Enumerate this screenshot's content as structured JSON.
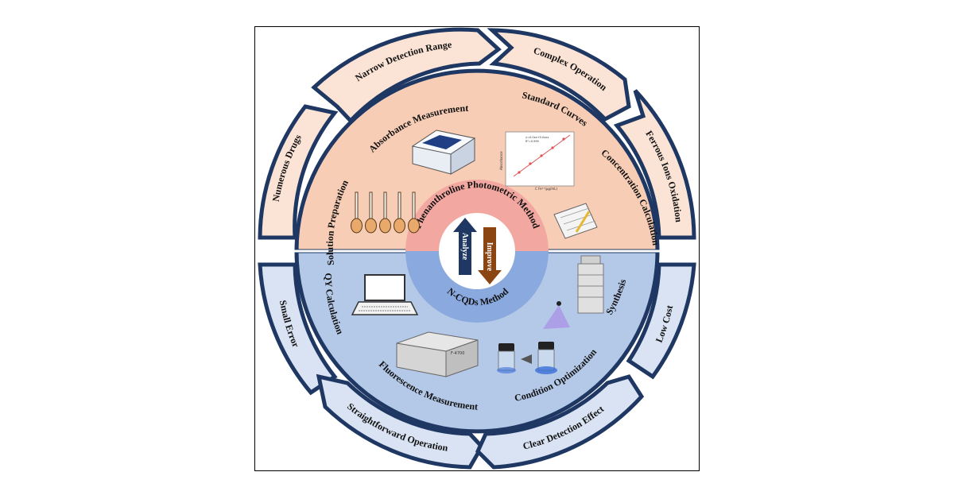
{
  "top_half": {
    "inner_ring_title": "Phenanthroline Photometric Method",
    "steps": {
      "solution_preparation": "Solution Preparation",
      "absorbance_measurement": "Absorbance Measurement",
      "standard_curves": "Standard Curves",
      "concentration_calculation": "Concentration Calculation"
    },
    "outer_arrows": {
      "numerous_drugs": "Numerous Drugs",
      "narrow_detection_range": "Narrow Detection Range",
      "complex_operation": "Complex Operation",
      "ferrous_ions_oxidation": "Ferrous Ions Oxidation"
    },
    "chart": {
      "ylabel": "Absorbance",
      "xlabel": "C Fe²⁺(μg/mL)",
      "legend_line1": "y=0.0xx+0.0xxx",
      "legend_line2": "R²=0.999"
    }
  },
  "bottom_half": {
    "inner_ring_title": "N-CQDs Method",
    "steps": {
      "qy_calculation": "QY Calculation",
      "fluorescence_measurement": "Fluorescence Measurement",
      "condition_optimization": "Condition Optimization",
      "synthesis": "Synthesis"
    },
    "outer_arrows": {
      "small_error": "Small Error",
      "straightforward_operation": "Straightforward Operation",
      "clear_detection_effect": "Clear Detection Effect",
      "low_cost": "Low Cost"
    },
    "instrument_label": "F-4700"
  },
  "center": {
    "analyze": "Analyze",
    "improve": "Improve"
  },
  "colors": {
    "top_fill": "#f7cdb5",
    "top_inner": "#f2a7a0",
    "bottom_fill": "#b4c8e8",
    "bottom_inner": "#8aa9de",
    "navy": "#1f3863",
    "arrow_peach": "#fbe4d6",
    "arrow_blue": "#dae3f3",
    "analyze_arrow": "#1f3863",
    "improve_arrow": "#8b4513"
  }
}
